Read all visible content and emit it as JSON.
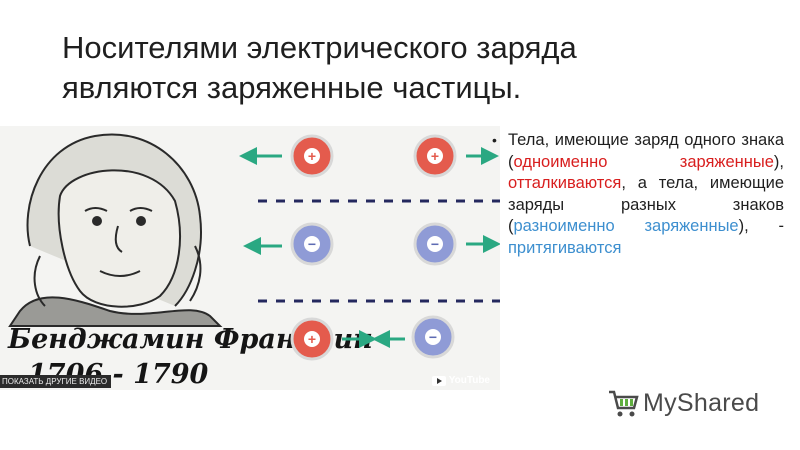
{
  "slide": {
    "title_line1": "Носителями электрического заряда",
    "title_line2": "являются заряженные частицы."
  },
  "video": {
    "caption_name": "Бенджамин Франклин",
    "caption_years": "1706 - 1790",
    "more_videos": "ПОКАЗАТЬ ДРУГИЕ ВИДЕО",
    "platform": "YouTube",
    "plus_sign": "+",
    "minus_sign": "−"
  },
  "text": {
    "bullet": "•",
    "p1": "Тела, имеющие заряд одного знака (",
    "p2": "одноименно заряженные",
    "p3": "), ",
    "p4": "отталкиваются",
    "p5": ", а тела, имеющие заряды разных знаков (",
    "p6": "разноименно заряженные",
    "p7": "), - ",
    "p8": "притягиваются"
  },
  "logo": {
    "name": "MyShared"
  },
  "colors": {
    "red_text": "#d81e1e",
    "blue_text": "#3d8fcf",
    "positive_charge": "#e45b4d",
    "negative_charge": "#8f9bd6",
    "arrow": "#2aa882",
    "dashes": "#24285e"
  }
}
